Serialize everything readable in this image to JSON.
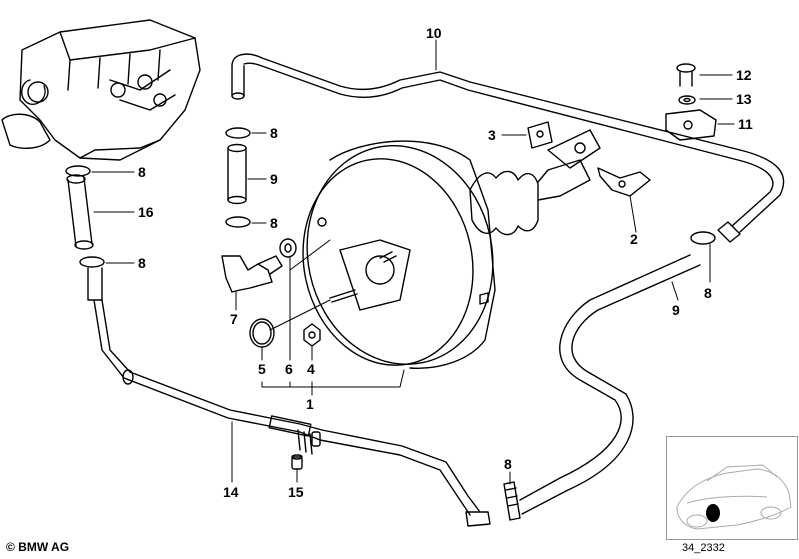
{
  "callouts": [
    {
      "id": "10",
      "text": "10"
    },
    {
      "id": "12",
      "text": "12"
    },
    {
      "id": "13",
      "text": "13"
    },
    {
      "id": "11",
      "text": "11"
    },
    {
      "id": "3",
      "text": "3"
    },
    {
      "id": "8a",
      "text": "8"
    },
    {
      "id": "9a",
      "text": "9"
    },
    {
      "id": "8b",
      "text": "8"
    },
    {
      "id": "8c",
      "text": "8"
    },
    {
      "id": "16",
      "text": "16"
    },
    {
      "id": "8d",
      "text": "8"
    },
    {
      "id": "2",
      "text": "2"
    },
    {
      "id": "8e",
      "text": "8"
    },
    {
      "id": "9b",
      "text": "9"
    },
    {
      "id": "7",
      "text": "7"
    },
    {
      "id": "5",
      "text": "5"
    },
    {
      "id": "6",
      "text": "6"
    },
    {
      "id": "4",
      "text": "4"
    },
    {
      "id": "1",
      "text": "1"
    },
    {
      "id": "14",
      "text": "14"
    },
    {
      "id": "15",
      "text": "15"
    },
    {
      "id": "8f",
      "text": "8"
    }
  ],
  "footer": {
    "copyright": "© BMW AG",
    "reference": "34_2332"
  }
}
